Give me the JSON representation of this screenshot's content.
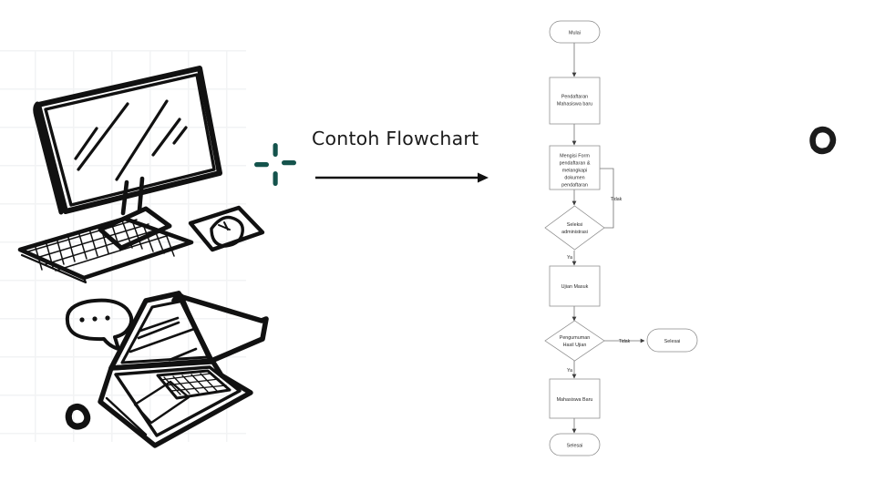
{
  "page": {
    "title": "Contoh Flowchart",
    "background": "#ffffff",
    "accent_color": "#14534c",
    "ink_color": "#111111",
    "grid_color": "#f2f3f4"
  },
  "illustration": {
    "items": [
      {
        "name": "desktop-monitor",
        "label": "Monitor"
      },
      {
        "name": "keyboard",
        "label": "Keyboard"
      },
      {
        "name": "mouse-on-pad",
        "label": "Mouse"
      },
      {
        "name": "laptop",
        "label": "Laptop"
      },
      {
        "name": "speech-bubble",
        "label": "Speech bubble"
      },
      {
        "name": "ink-blob",
        "label": "Ink blob"
      }
    ]
  },
  "center": {
    "heading": "Contoh Flowchart",
    "sparkle_name": "sparkle-ornament",
    "arrow_name": "title-underline-arrow"
  },
  "flowchart": {
    "nodes": [
      {
        "id": "start",
        "type": "terminator",
        "text": "Mulai"
      },
      {
        "id": "registration",
        "type": "process",
        "text": "Pendaftaran\nMahasiswa baru"
      },
      {
        "id": "fill-form",
        "type": "process",
        "text": "Mengisi Form\npendaftaran &\nmelangkapi\ndokumen\npendaftaran"
      },
      {
        "id": "admin-check",
        "type": "decision",
        "text": "Seleksi\nadministrasi"
      },
      {
        "id": "entry-exam",
        "type": "process",
        "text": "Ujian Masuk"
      },
      {
        "id": "exam-result",
        "type": "decision",
        "text": "Pengumuman\nHasil Ujian"
      },
      {
        "id": "end-fail",
        "type": "terminator",
        "text": "Selesai"
      },
      {
        "id": "new-student",
        "type": "process",
        "text": "Mahasiswa Baru"
      },
      {
        "id": "end-success",
        "type": "terminator",
        "text": "Selesai"
      }
    ],
    "edge_labels": {
      "admin_no": "Tidak",
      "admin_yes": "Ya",
      "result_no": "Tidak",
      "result_yes": "Ya"
    },
    "node_text": {
      "start": "Mulai",
      "registration_line1": "Pendaftaran",
      "registration_line2": "Mahasiswa baru",
      "fill_form_line1": "Mengisi Form",
      "fill_form_line2": "pendaftaran &",
      "fill_form_line3": "melangkapi",
      "fill_form_line4": "dokumen",
      "fill_form_line5": "pendaftaran",
      "admin_check_line1": "Seleksi",
      "admin_check_line2": "administrasi",
      "entry_exam": "Ujian Masuk",
      "exam_result_line1": "Pengumuman",
      "exam_result_line2": "Hasil Ujian",
      "end_fail": "Selesai",
      "new_student": "Mahasiswa Baru",
      "end_success": "Selesai"
    }
  }
}
